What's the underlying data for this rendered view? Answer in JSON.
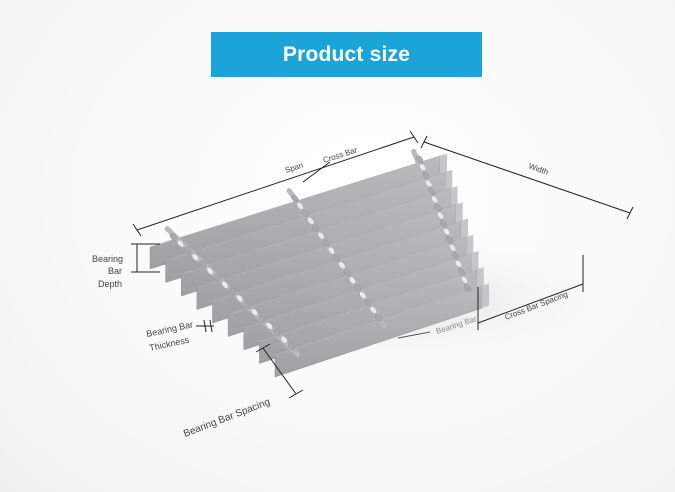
{
  "title": "Product size",
  "labels": {
    "span": "Span",
    "cross_bar": "Cross Bar",
    "width": "Width",
    "bearing_bar_depth": [
      "Bearing",
      "Bar",
      "Depth"
    ],
    "bearing_bar_thickness": [
      "Bearing Bar",
      "Thickness"
    ],
    "bearing_bar_spacing": "Bearing Bar Spacing",
    "bearing_bar": "Bearing Bar",
    "cross_bar_spacing": "Cross Bar Spacing"
  },
  "colors": {
    "banner": "#1ca3d8",
    "steel_top": "#d9dadb",
    "steel_side": "#a9abad",
    "dimension_line": "#222222"
  }
}
